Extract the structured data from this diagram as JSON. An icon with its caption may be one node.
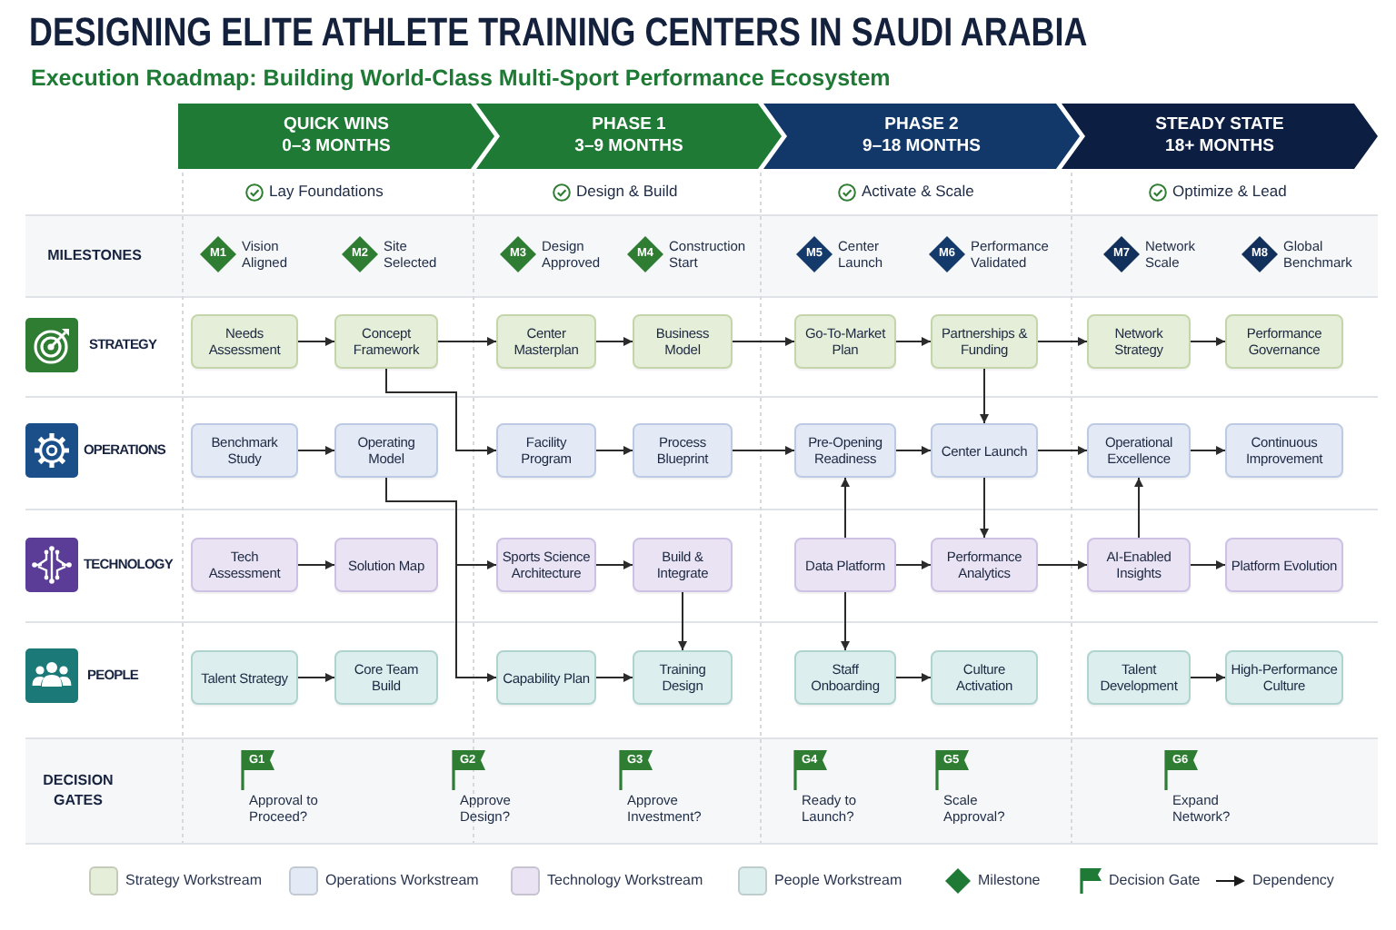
{
  "diagram": {
    "title": "DESIGNING ELITE ATHLETE TRAINING CENTERS IN SAUDI ARABIA",
    "nodes": [
      {
        "text": [
          "QUICK WINS",
          "0–3 MONTHS"
        ]
      },
      {
        "text": [
          "PHASE 1",
          "3–9 MONTHS"
        ]
      },
      {
        "text": [
          "PHASE 2",
          "9–18 MONTHS"
        ]
      },
      {
        "text": [
          "STEADY STATE",
          "18+ MONTHS"
        ]
      },
      {
        "text": [
          "M1"
        ],
        "beside": [
          "Vision Aligned"
        ]
      },
      {
        "text": [
          "M2"
        ],
        "beside": [
          "Site Selected"
        ]
      },
      {
        "text": [
          "M3"
        ],
        "beside": [
          "Design Approved"
        ]
      },
      {
        "text": [
          "M4"
        ],
        "beside": [
          "Construction Start"
        ]
      },
      {
        "text": [
          "M5"
        ],
        "beside": [
          "Center Launch"
        ]
      },
      {
        "text": [
          "M6"
        ],
        "beside": [
          "Performance Validated"
        ]
      },
      {
        "text": [
          "M7"
        ],
        "beside": [
          "Network Scale"
        ]
      },
      {
        "text": [
          "M8"
        ],
        "beside": [
          "Global Benchmark"
        ]
      },
      {
        "text": [
          "Needs Assessment"
        ]
      },
      {
        "text": [
          "Concept Framework"
        ]
      },
      {
        "text": [
          "Center Masterplan"
        ]
      },
      {
        "text": [
          "Business Model"
        ]
      },
      {
        "text": [
          "Go-To-Market Plan"
        ]
      },
      {
        "text": [
          "Partnerships & Funding"
        ]
      },
      {
        "text": [
          "Network Strategy"
        ]
      },
      {
        "text": [
          "Performance Governance"
        ]
      },
      {
        "text": [
          "Benchmark Study"
        ]
      },
      {
        "text": [
          "Operating Model"
        ]
      },
      {
        "text": [
          "Facility Program"
        ]
      },
      {
        "text": [
          "Process Blueprint"
        ]
      },
      {
        "text": [
          "Pre-Opening Readiness"
        ]
      },
      {
        "text": [
          "Center Launch"
        ]
      },
      {
        "text": [
          "Operational Excellence"
        ]
      },
      {
        "text": [
          "Continuous Improvement"
        ]
      },
      {
        "text": [
          "Tech Assessment"
        ]
      },
      {
        "text": [
          "Solution Map"
        ]
      },
      {
        "text": [
          "Sports Science Architecture"
        ]
      },
      {
        "text": [
          "Build & Integrate"
        ]
      },
      {
        "text": [
          "Data Platform"
        ]
      },
      {
        "text": [
          "Performance Analytics"
        ]
      },
      {
        "text": [
          "AI-Enabled Insights"
        ]
      },
      {
        "text": [
          "Platform Evolution"
        ]
      },
      {
        "text": [
          "Talent Strategy"
        ]
      },
      {
        "text": [
          "Core Team Build"
        ]
      },
      {
        "text": [
          "Capability Plan"
        ]
      },
      {
        "text": [
          "Training Design"
        ]
      },
      {
        "text": [
          "Staff Onboarding"
        ]
      },
      {
        "text": [
          "Culture Activation"
        ]
      },
      {
        "text": [
          "Talent Development"
        ]
      },
      {
        "text": [
          "High-Performance Culture"
        ]
      },
      {
        "text": [
          "G1"
        ],
        "beside": [
          "Approval to Proceed?"
        ]
      },
      {
        "text": [
          "G2"
        ],
        "beside": [
          "Approve Design?"
        ]
      },
      {
        "text": [
          "G3"
        ],
        "beside": [
          "Approve Investment?"
        ]
      },
      {
        "text": [
          "G4"
        ],
        "beside": [
          "Ready to Launch?"
        ]
      },
      {
        "text": [
          "G5"
        ],
        "beside": [
          "Scale Approval?"
        ]
      },
      {
        "text": [
          "G6"
        ],
        "beside": [
          "Expand Network?"
        ]
      }
    ],
    "edges": [
      {
        "from": 12,
        "to": 13,
        "arrow": "to"
      },
      {
        "from": 13,
        "to": 14,
        "arrow": "to"
      },
      {
        "from": 14,
        "to": 15,
        "arrow": "to"
      },
      {
        "from": 15,
        "to": 16,
        "arrow": "to"
      },
      {
        "from": 16,
        "to": 17,
        "arrow": "to"
      },
      {
        "from": 17,
        "to": 18,
        "arrow": "to"
      },
      {
        "from": 18,
        "to": 19,
        "arrow": "to"
      },
      {
        "from": 13,
        "to": 22,
        "arrow": "to"
      },
      {
        "from": 17,
        "to": 25,
        "arrow": "to"
      },
      {
        "from": 20,
        "to": 21,
        "arrow": "to"
      },
      {
        "from": 22,
        "to": 23,
        "arrow": "to"
      },
      {
        "from": 23,
        "to": 24,
        "arrow": "to"
      },
      {
        "from": 24,
        "to": 25,
        "arrow": "to"
      },
      {
        "from": 25,
        "to": 26,
        "arrow": "to"
      },
      {
        "from": 26,
        "to": 27,
        "arrow": "to"
      },
      {
        "from": 21,
        "to": 30,
        "arrow": "to"
      },
      {
        "from": 21,
        "to": 38,
        "arrow": "to"
      },
      {
        "from": 32,
        "to": 24,
        "arrow": "to"
      },
      {
        "from": 25,
        "to": 33,
        "arrow": "to"
      },
      {
        "from": 34,
        "to": 26,
        "arrow": "to"
      },
      {
        "from": 28,
        "to": 29,
        "arrow": "to"
      },
      {
        "from": 30,
        "to": 31,
        "arrow": "to"
      },
      {
        "from": 32,
        "to": 33,
        "arrow": "to"
      },
      {
        "from": 33,
        "to": 34,
        "arrow": "to"
      },
      {
        "from": 34,
        "to": 35,
        "arrow": "to"
      },
      {
        "from": 31,
        "to": 39,
        "arrow": "to"
      },
      {
        "from": 32,
        "to": 40,
        "arrow": "to"
      },
      {
        "from": 36,
        "to": 37,
        "arrow": "to"
      },
      {
        "from": 38,
        "to": 39,
        "arrow": "to"
      },
      {
        "from": 40,
        "to": 41,
        "arrow": "to"
      },
      {
        "from": 42,
        "to": 43,
        "arrow": "to"
      }
    ],
    "labels": [
      "Execution Roadmap: Building World-Class Multi-Sport Performance Ecosystem",
      "Lay Foundations",
      "Design & Build",
      "Activate & Scale",
      "Optimize & Lead",
      "MILESTONES",
      "STRATEGY",
      "OPERATIONS",
      "TECHNOLOGY",
      "PEOPLE",
      "DECISION GATES"
    ],
    "legend": [
      {
        "text": "Strategy Workstream",
        "color": "#e5eed8"
      },
      {
        "text": "Operations Workstream",
        "color": "#e3eaf6"
      },
      {
        "text": "Technology Workstream",
        "color": "#e9e3f3"
      },
      {
        "text": "People Workstream",
        "color": "#dcefee"
      },
      {
        "text": "Milestone"
      },
      {
        "text": "Decision Gate"
      },
      {
        "text": "Dependency"
      }
    ]
  }
}
